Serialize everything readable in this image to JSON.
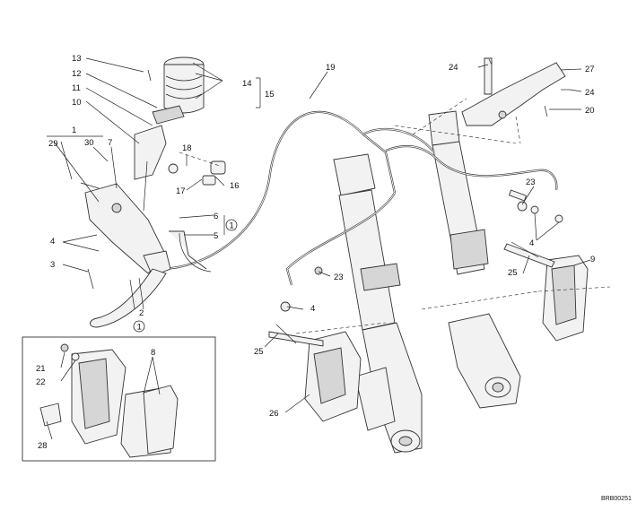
{
  "drawing_code": "BRB00251",
  "callouts": {
    "c1": "1",
    "c2": "2",
    "c3": "3",
    "c4a": "4",
    "c4b": "4",
    "c4c": "4",
    "c5": "5",
    "c6": "6",
    "c7": "7",
    "c8": "8",
    "c9": "9",
    "c10": "10",
    "c11": "11",
    "c12": "12",
    "c13": "13",
    "c14": "14",
    "c15": "15",
    "c16": "16",
    "c17": "17",
    "c18": "18",
    "c19": "19",
    "c20": "20",
    "c21": "21",
    "c22": "22",
    "c23a": "23",
    "c23b": "23",
    "c24a": "24",
    "c24b": "24",
    "c25a": "25",
    "c25b": "25",
    "c26": "26",
    "c27": "27",
    "c28": "28",
    "c29": "29",
    "c30": "30",
    "circ1a": "1",
    "circ1b": "1"
  }
}
